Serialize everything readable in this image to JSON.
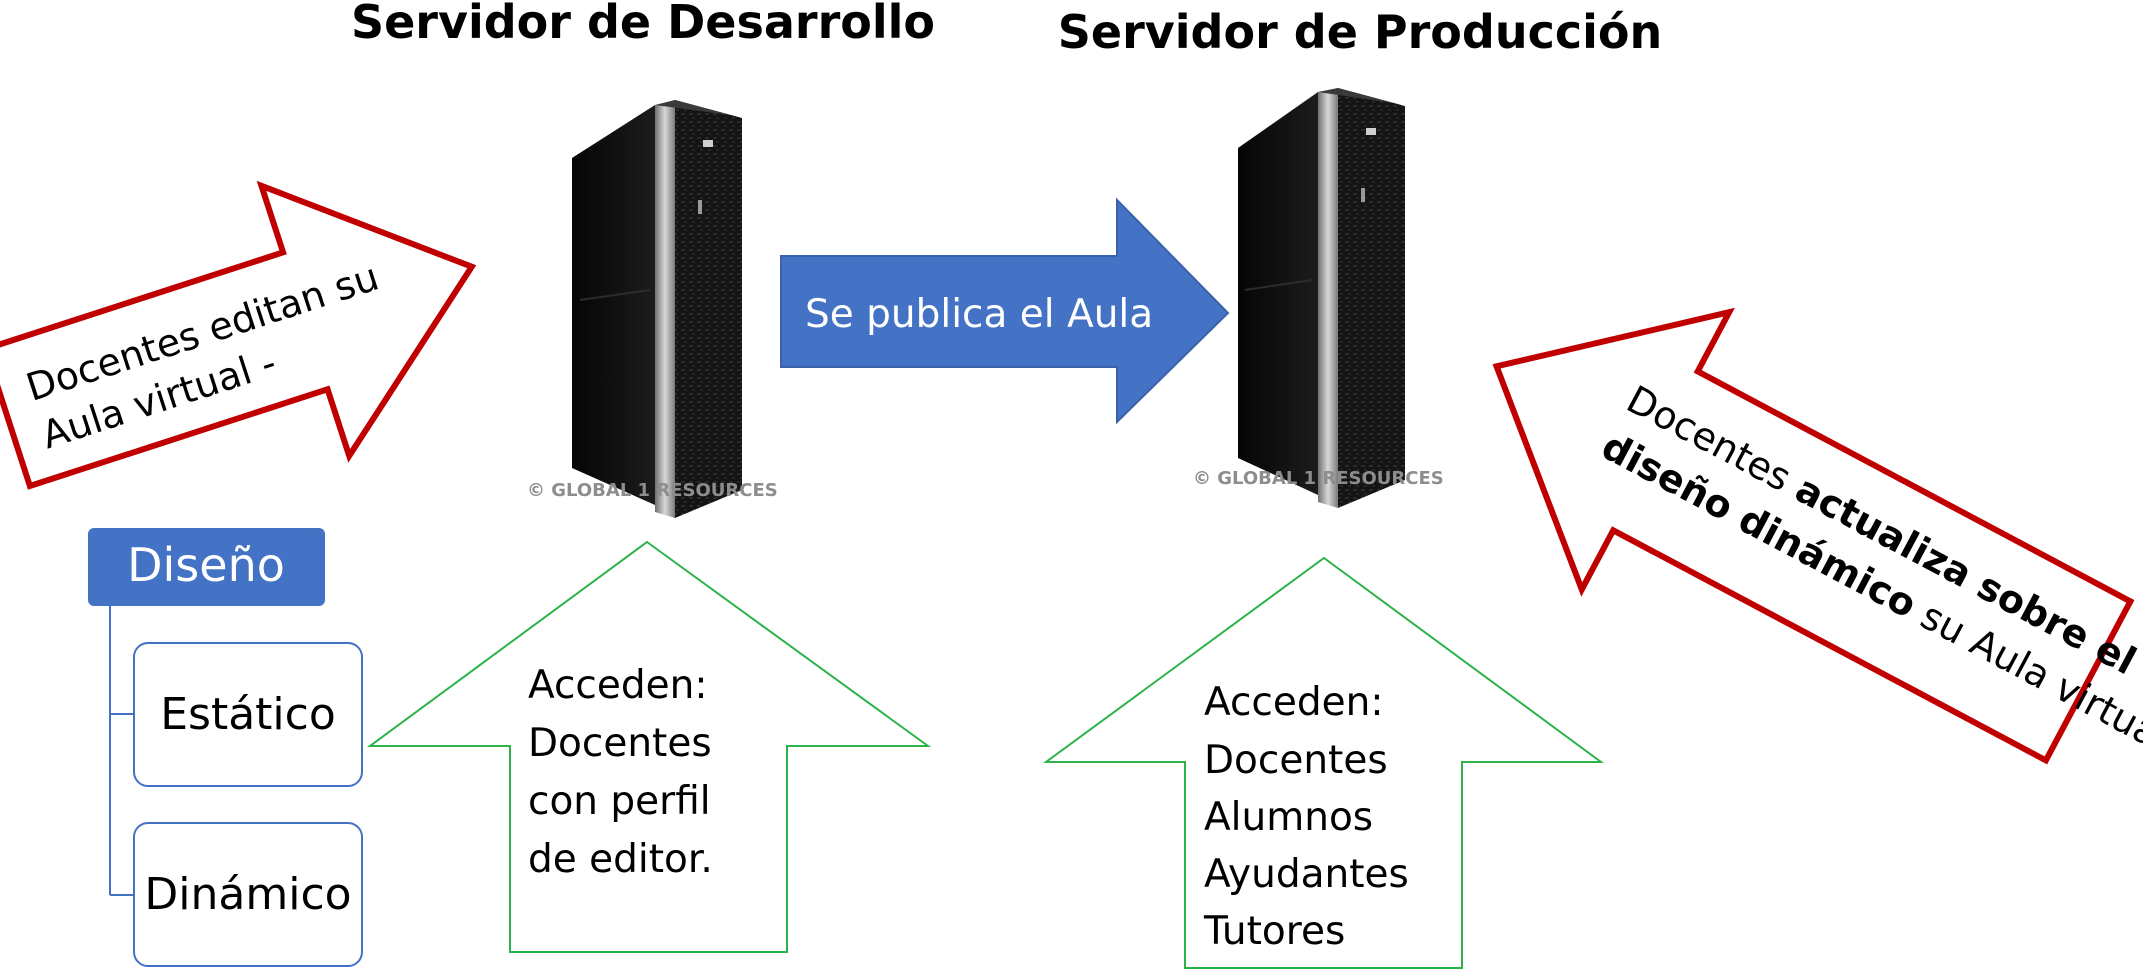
{
  "titles": {
    "dev": "Servidor de Desarrollo",
    "prod": "Servidor de Producción"
  },
  "watermark": "© GLOBAL 1 RESOURCES",
  "publish_arrow": {
    "label": "Se publica el Aula"
  },
  "left_red_arrow": {
    "line1": "Docentes editan su",
    "line2": "Aula virtual  -"
  },
  "right_red_arrow": {
    "line1_prefix": "Docentes ",
    "line1_bold": "actualiza sobre el",
    "line2_bold": "diseño dinámico",
    "line2_suffix": " su Aula virtual"
  },
  "design_tree": {
    "root": "Diseño",
    "children": [
      "Estático",
      "Dinámico"
    ]
  },
  "dev_access": {
    "lines": [
      "Acceden:",
      "Docentes",
      "con perfil",
      "de editor."
    ]
  },
  "prod_access": {
    "lines": [
      "Acceden:",
      "Docentes",
      "Alumnos",
      "Ayudantes",
      "Tutores"
    ]
  },
  "colors": {
    "blue": "#4472C4",
    "red_border": "#C00000",
    "green_border": "#2CB34A",
    "server_body": "#151515",
    "server_trim": "#a9a9a9"
  },
  "icons": [
    "server-rack-icon"
  ]
}
